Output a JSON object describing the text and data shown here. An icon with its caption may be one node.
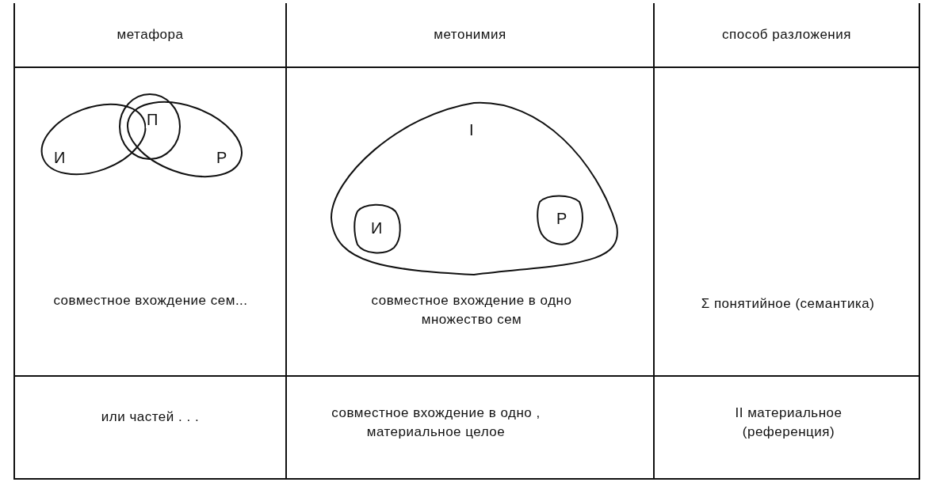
{
  "diagram": {
    "nodes": [
      {
        "text": [
          "И"
        ]
      },
      {
        "text": [
          "П"
        ]
      },
      {
        "text": [
          "Р"
        ]
      },
      {
        "text": [
          "I"
        ]
      },
      {
        "text": [
          "И"
        ],
        "in": 3
      },
      {
        "text": [
          "Р"
        ],
        "in": 3
      }
    ],
    "edges": [],
    "labels": [
      "метафора",
      "метонимия",
      "способ разложения",
      "совместное вхождение сем...",
      "совместное вхождение в одно множество сем",
      "Σ понятийное (семантика)",
      "или частей . . .",
      "совместное вхождение в одно , материальное целое",
      "II материальное (референция)"
    ]
  }
}
